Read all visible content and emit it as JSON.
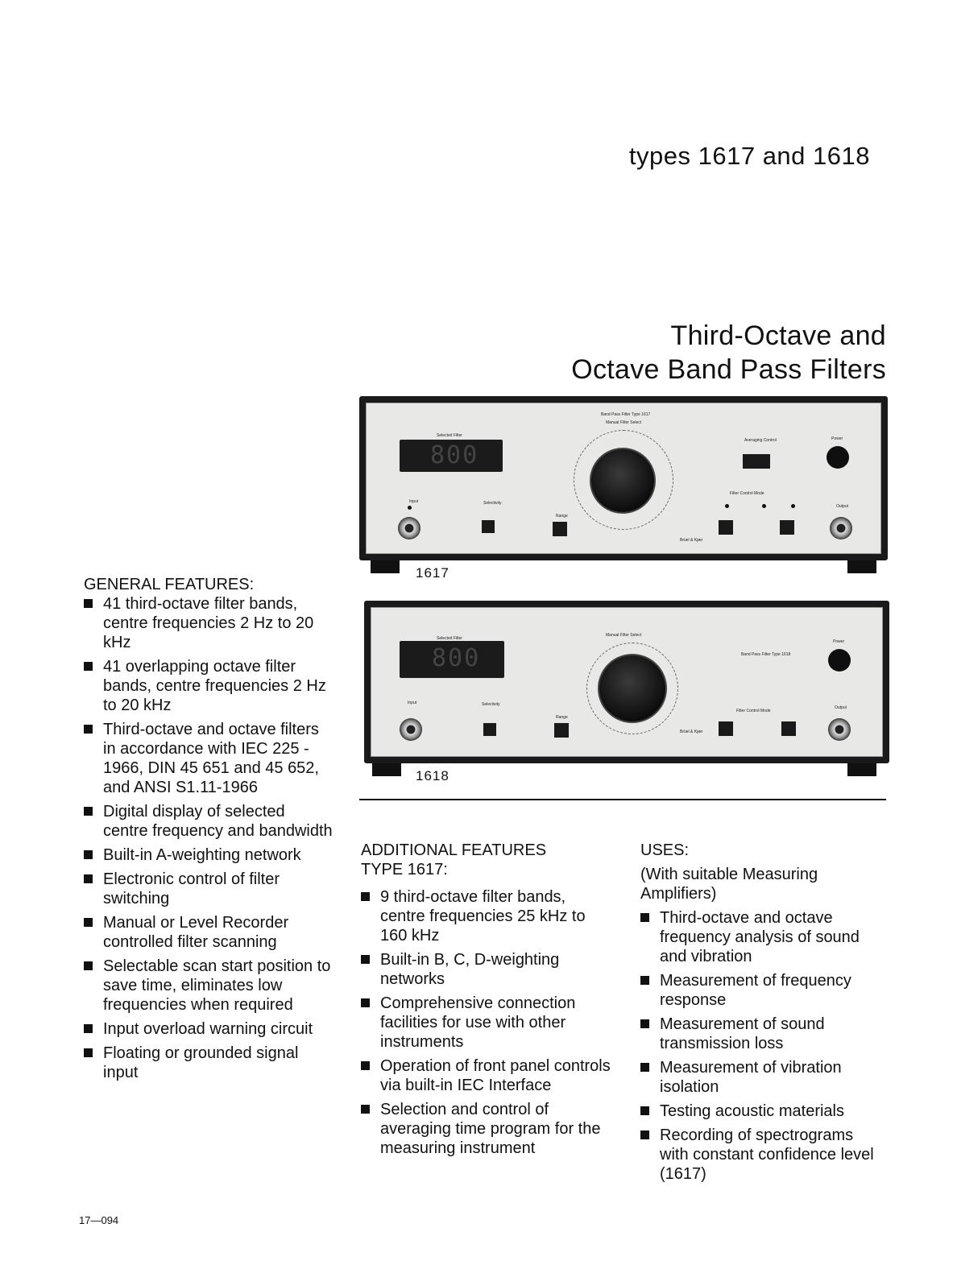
{
  "header": {
    "types": "types 1617 and 1618",
    "title_line1": "Third-Octave and",
    "title_line2": "Octave Band Pass Filters"
  },
  "device_1617": {
    "model": "1617",
    "panel_title": "Band Pass Filter Type 1617",
    "manual_filter_select": "Manual Filter Select",
    "selected_filter": "Selected Filter",
    "display_digits": "800",
    "selectivity": "Selectivity",
    "range": "Range",
    "averaging_control": "Averaging Control",
    "filter_control_mode": "Filter Control Mode",
    "power": "Power",
    "output": "Output",
    "input": "Input",
    "brand": "Brüel & Kjær"
  },
  "device_1618": {
    "model": "1618",
    "panel_title": "Band Pass Filter Type 1618",
    "manual_filter_select": "Manual Filter Select",
    "selected_filter": "Selected Filter",
    "display_digits": "800",
    "selectivity": "Selectivity",
    "range": "Range",
    "filter_control_mode": "Filter Control Mode",
    "power": "Power",
    "output": "Output",
    "input": "Input",
    "brand": "Brüel & Kjær"
  },
  "general": {
    "heading": "GENERAL FEATURES:",
    "items": [
      "41 third-octave filter bands, centre frequencies 2 Hz to 20 kHz",
      "41 overlapping octave filter bands, centre frequencies 2 Hz to 20 kHz",
      "Third-octave and octave filters in accordance with IEC 225 - 1966, DIN 45 651 and 45 652, and ANSI S1.11-1966",
      "Digital display of selected centre frequency and bandwidth",
      "Built-in A-weighting network",
      "Electronic control of filter switching",
      "Manual or Level Recorder controlled filter scanning",
      "Selectable scan start position to save time, eliminates low frequencies when required",
      "Input overload warning circuit",
      "Floating or grounded signal input"
    ]
  },
  "additional": {
    "heading_line1": "ADDITIONAL FEATURES",
    "heading_line2": "TYPE 1617:",
    "items": [
      "9 third-octave filter bands, centre frequencies 25 kHz to 160 kHz",
      "Built-in B, C, D-weighting networks",
      "Comprehensive connection facilities for use with other instruments",
      "Operation of front panel controls via built-in IEC Interface",
      "Selection and control of averaging time program for the measuring instrument"
    ]
  },
  "uses": {
    "heading": "USES:",
    "subheading": "(With suitable Measuring Amplifiers)",
    "items": [
      "Third-octave and octave frequency analysis of sound and vibration",
      "Measurement of frequency response",
      "Measurement of sound transmission loss",
      "Measurement of vibration isolation",
      "Testing acoustic materials",
      "Recording of spectrograms with constant confidence level (1617)"
    ]
  },
  "footer": {
    "code": "17—094"
  }
}
